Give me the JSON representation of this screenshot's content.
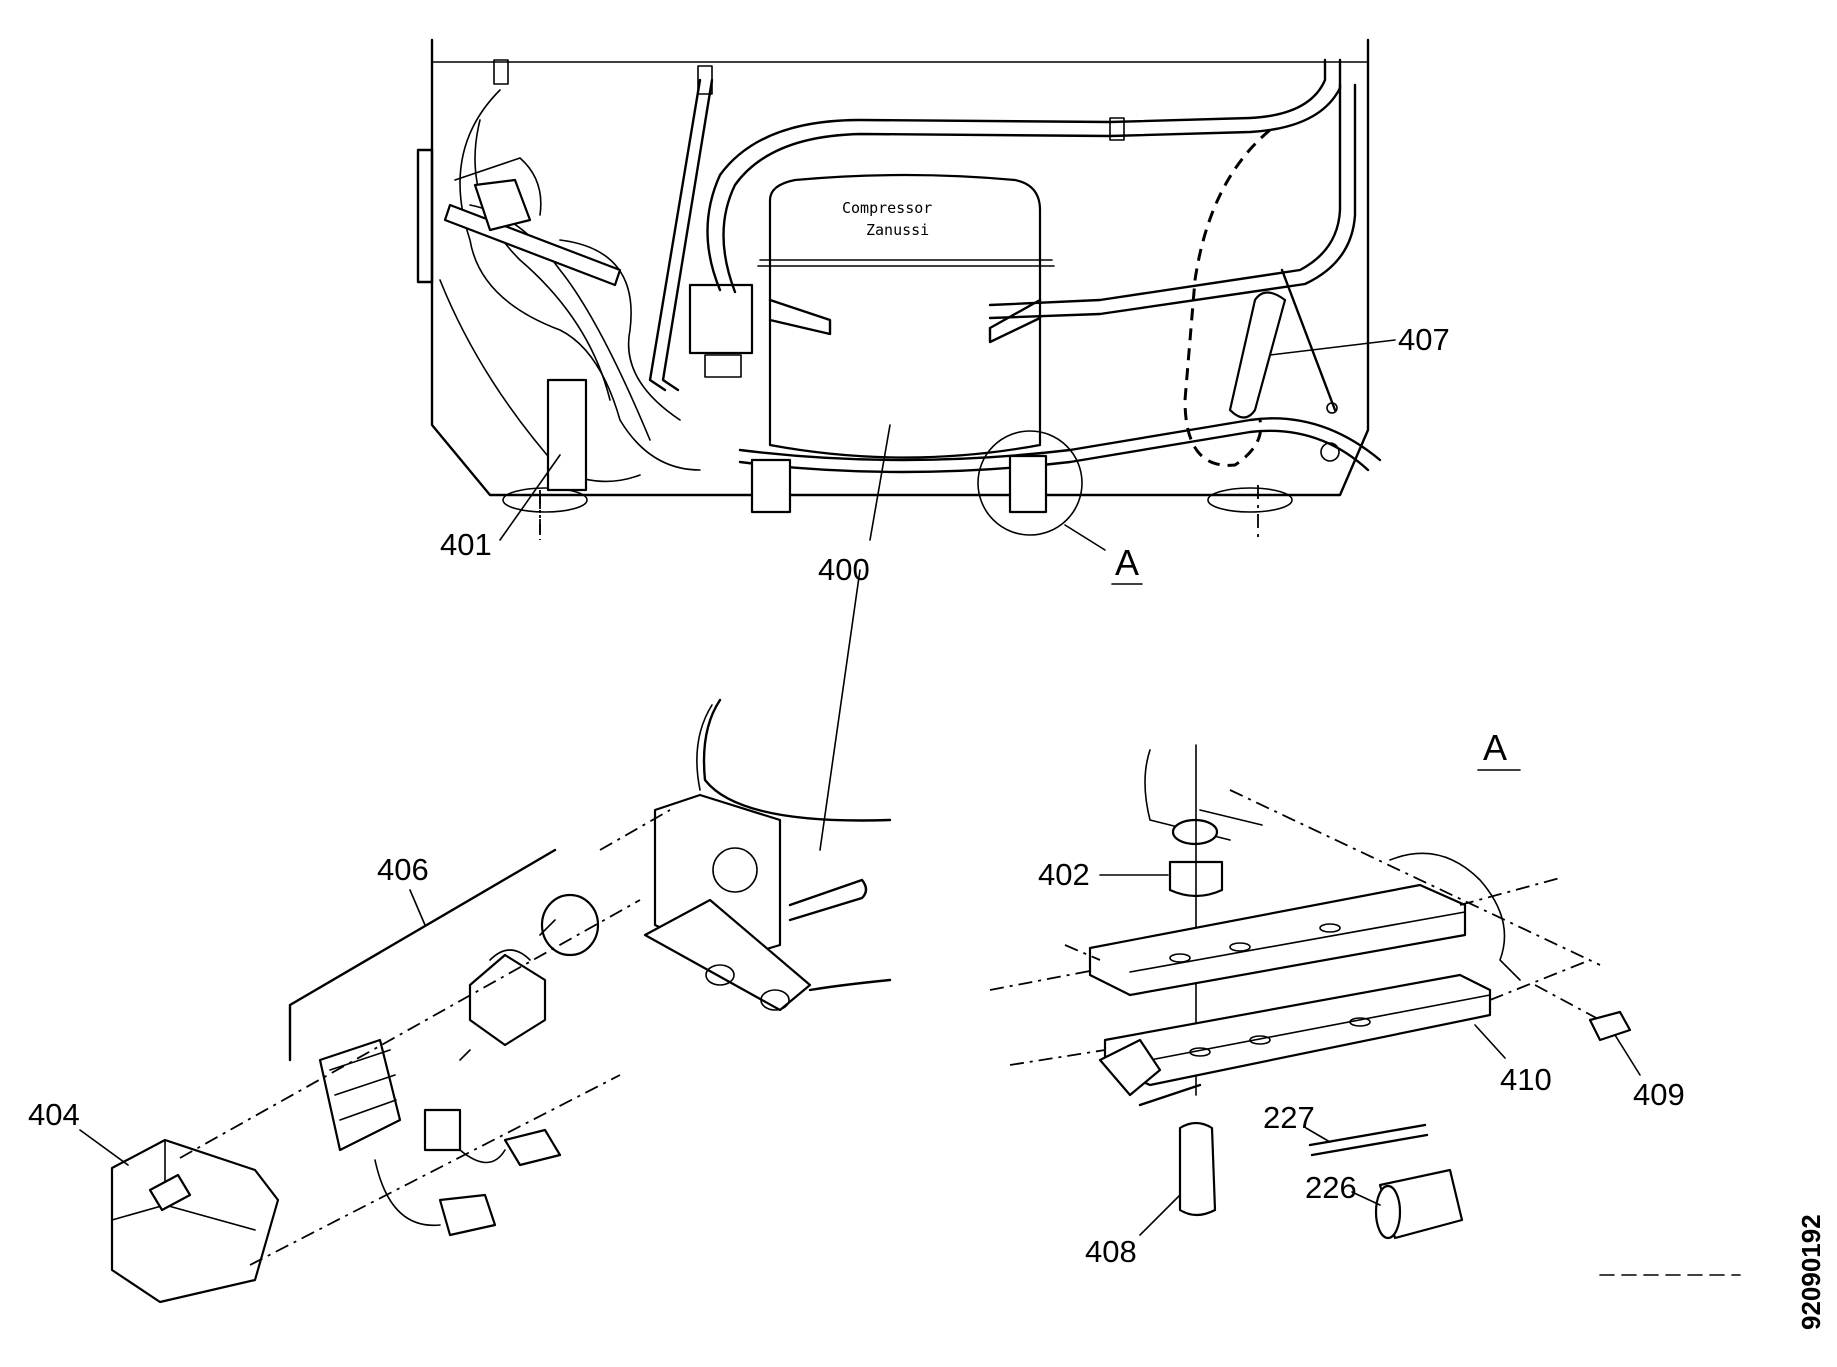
{
  "compressor_label": [
    "Compressor",
    "Zanussi"
  ],
  "callouts": {
    "c400_top": "400",
    "c400_arrow": "400",
    "c401": "401",
    "c407": "407",
    "detailA_ref": "A",
    "detailA_title": "A",
    "c402": "402",
    "c404": "404",
    "c406": "406",
    "c408": "408",
    "c409": "409",
    "c410": "410",
    "c226": "226",
    "c227": "227"
  },
  "drawing_code": "92090192"
}
